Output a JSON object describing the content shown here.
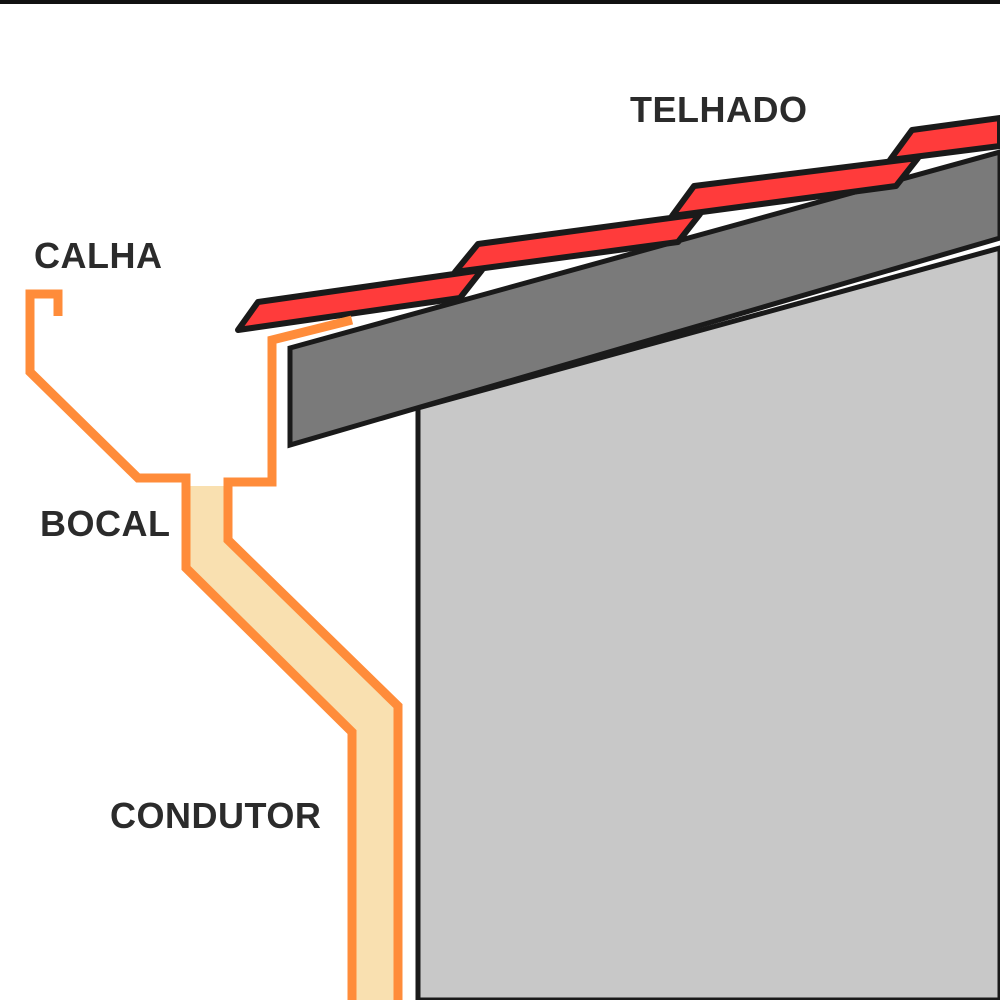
{
  "labels": {
    "telhado": "TELHADO",
    "calha": "CALHA",
    "bocal": "BOCAL",
    "condutor": "CONDUTOR"
  },
  "colors": {
    "roof_tile": "#ff3b3b",
    "roof_tile_outline": "#1a1a1a",
    "fascia": "#7a7a7a",
    "wall": "#c8c8c8",
    "gutter_outline": "#ff8c3a",
    "downpipe_fill": "#f9e0b0",
    "label_text": "#2b2b2b"
  }
}
